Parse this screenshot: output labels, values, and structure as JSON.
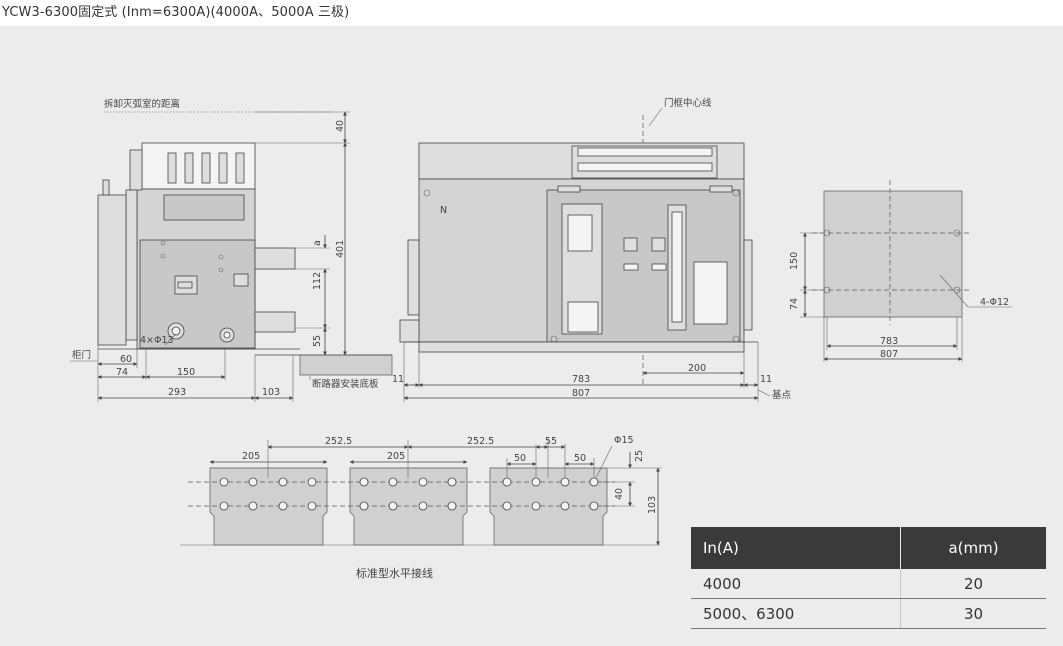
{
  "page": {
    "title": "YCW3-6300固定式 (Inm=6300A)(4000A、5000A 三极)"
  },
  "side_view": {
    "label_arc_chute": "拆卸灭弧室的距离",
    "label_cabinet_door": "柜门",
    "label_holes": "4×Φ13",
    "label_a": "a",
    "dim_40": "40",
    "dim_401": "401",
    "dim_112": "112",
    "dim_55": "55",
    "dim_60": "60",
    "dim_74": "74",
    "dim_150": "150",
    "dim_293": "293",
    "dim_103": "103",
    "label_mount_plate": "断路器安装底板"
  },
  "front_view": {
    "label_door_centerline": "门框中心线",
    "label_n": "N",
    "dim_11_left": "11",
    "dim_11_right": "11",
    "dim_783": "783",
    "dim_807": "807",
    "dim_200": "200",
    "label_base_point": "基点"
  },
  "cutout_view": {
    "dim_150": "150",
    "dim_74": "74",
    "dim_783": "783",
    "dim_807": "807",
    "label_holes": "4-Φ12"
  },
  "busbar_view": {
    "dim_205_a": "205",
    "dim_252_5_a": "252.5",
    "dim_205_b": "205",
    "dim_252_5_b": "252.5",
    "dim_55": "55",
    "dim_50_a": "50",
    "dim_50_b": "50",
    "dim_phi15": "Φ15",
    "dim_25": "25",
    "dim_40": "40",
    "dim_103": "103",
    "caption": "标准型水平接线"
  },
  "table": {
    "headers": [
      "In(A)",
      "a(mm)"
    ],
    "rows": [
      [
        "4000",
        "20"
      ],
      [
        "5000、6300",
        "30"
      ]
    ]
  }
}
